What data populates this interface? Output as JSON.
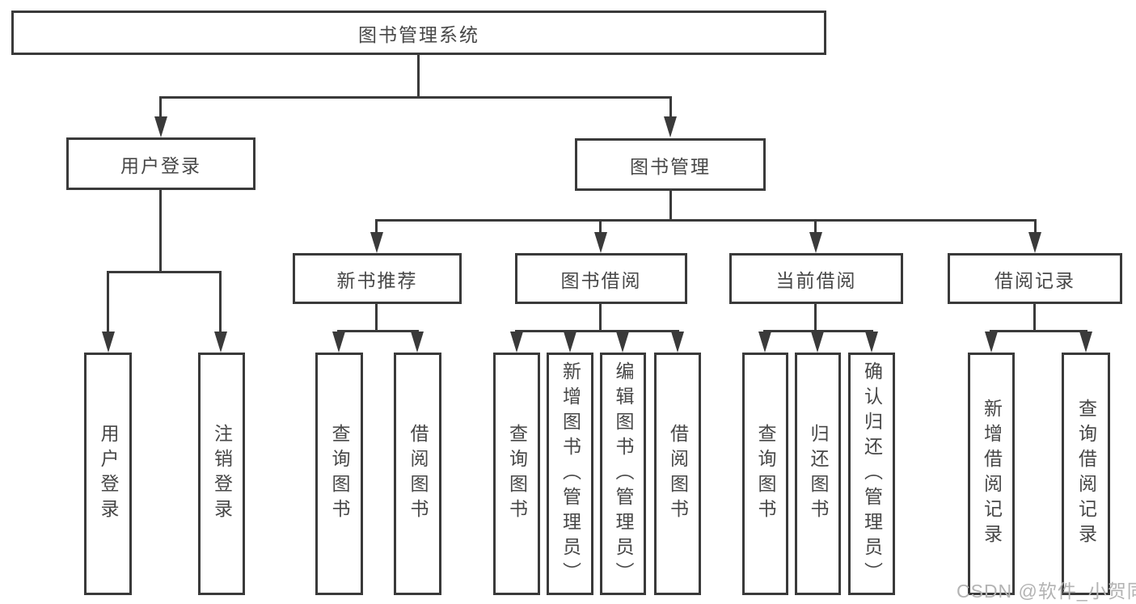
{
  "diagram": {
    "root": "图书管理系统",
    "branches": {
      "user": "用户登录",
      "mgmt": "图书管理"
    },
    "modules": {
      "newbook": "新书推荐",
      "borrow": "图书借阅",
      "current": "当前借阅",
      "records": "借阅记录"
    },
    "leaves": {
      "user": [
        "用户登录",
        "注销登录"
      ],
      "newbook": [
        "查询图书",
        "借阅图书"
      ],
      "borrow": [
        "查询图书",
        "新增图书（管理员）",
        "编辑图书（管理员）",
        "借阅图书"
      ],
      "current": [
        "查询图书",
        "归还图书",
        "确认归还（管理员）"
      ],
      "records": [
        "新增借阅记录",
        "查询借阅记录"
      ]
    }
  },
  "watermark": "CSDN @软件_小贺同学",
  "colors": {
    "line": "#3a3a3a",
    "text": "#474747",
    "background": "#ffffff",
    "watermark": "#b3b3b3"
  }
}
